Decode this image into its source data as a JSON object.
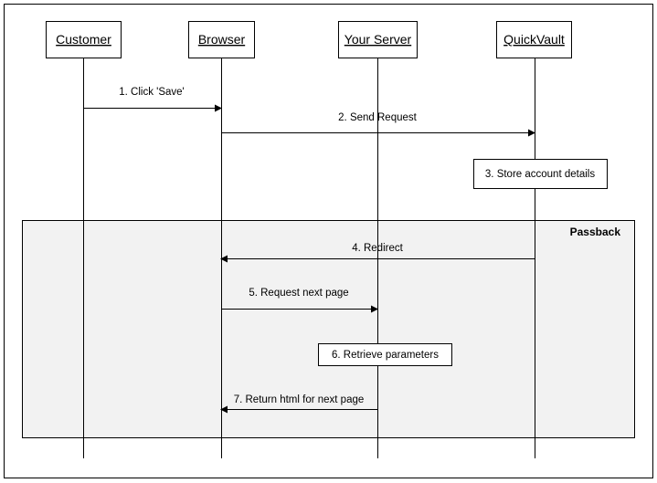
{
  "actors": [
    {
      "id": "customer",
      "label": "Customer"
    },
    {
      "id": "browser",
      "label": "Browser"
    },
    {
      "id": "server",
      "label": "Your Server"
    },
    {
      "id": "quickvault",
      "label": "QuickVault"
    }
  ],
  "frame": {
    "label": "Passback"
  },
  "messages": [
    {
      "id": "m1",
      "label": "1. Click 'Save'",
      "from": "customer",
      "to": "browser"
    },
    {
      "id": "m2",
      "label": "2. Send Request",
      "from": "browser",
      "to": "quickvault"
    },
    {
      "id": "m4",
      "label": "4. Redirect",
      "from": "quickvault",
      "to": "browser"
    },
    {
      "id": "m5",
      "label": "5. Request next page",
      "from": "browser",
      "to": "server"
    },
    {
      "id": "m7",
      "label": "7. Return html for next page",
      "from": "server",
      "to": "browser"
    }
  ],
  "notes": [
    {
      "id": "n3",
      "label": "3. Store account details",
      "on": "quickvault"
    },
    {
      "id": "n6",
      "label": "6. Retrieve parameters",
      "on": "server"
    }
  ]
}
